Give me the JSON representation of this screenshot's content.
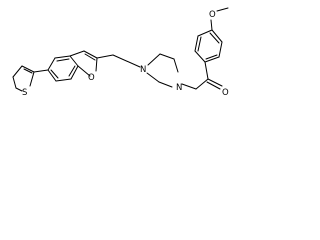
{
  "molecule": {
    "atoms": {
      "methoxy_oxygen": "O",
      "ketone_oxygen": "O",
      "furan_oxygen": "O",
      "thiophene_sulfur": "S",
      "piperazine_n_upper": "N",
      "piperazine_n_lower": "N"
    }
  },
  "colors": {
    "bond": "#000000",
    "text": "#000000",
    "background": "#ffffff"
  }
}
